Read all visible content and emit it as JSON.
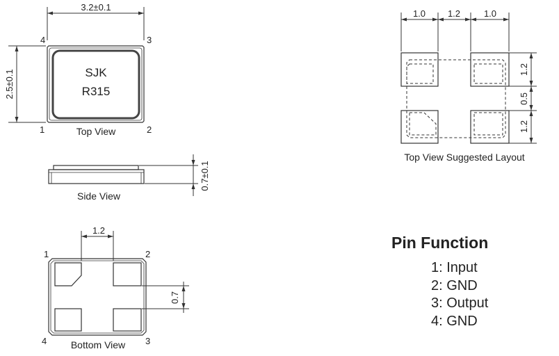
{
  "top_view": {
    "width_dim": "3.2±0.1",
    "height_dim": "2.5±0.1",
    "mark_line1": "SJK",
    "mark_line2": "R315",
    "caption": "Top View",
    "pins": {
      "p1": "1",
      "p2": "2",
      "p3": "3",
      "p4": "4"
    }
  },
  "side_view": {
    "height_dim": "0.7±0.1",
    "caption": "Side View"
  },
  "bottom_view": {
    "pitch_dim": "1.2",
    "pad_dim": "0.7",
    "caption": "Bottom View",
    "pins": {
      "p1": "1",
      "p2": "2",
      "p3": "3",
      "p4": "4"
    }
  },
  "layout_view": {
    "dim_left": "1.0",
    "dim_mid": "1.2",
    "dim_right": "1.0",
    "dim_top": "1.2",
    "dim_gap": "0.5",
    "dim_bottom": "1.2",
    "caption": "Top View Suggested Layout"
  },
  "pin_function": {
    "title": "Pin Function",
    "items": [
      "1: Input",
      "2: GND",
      "3: Output",
      "4: GND"
    ]
  }
}
